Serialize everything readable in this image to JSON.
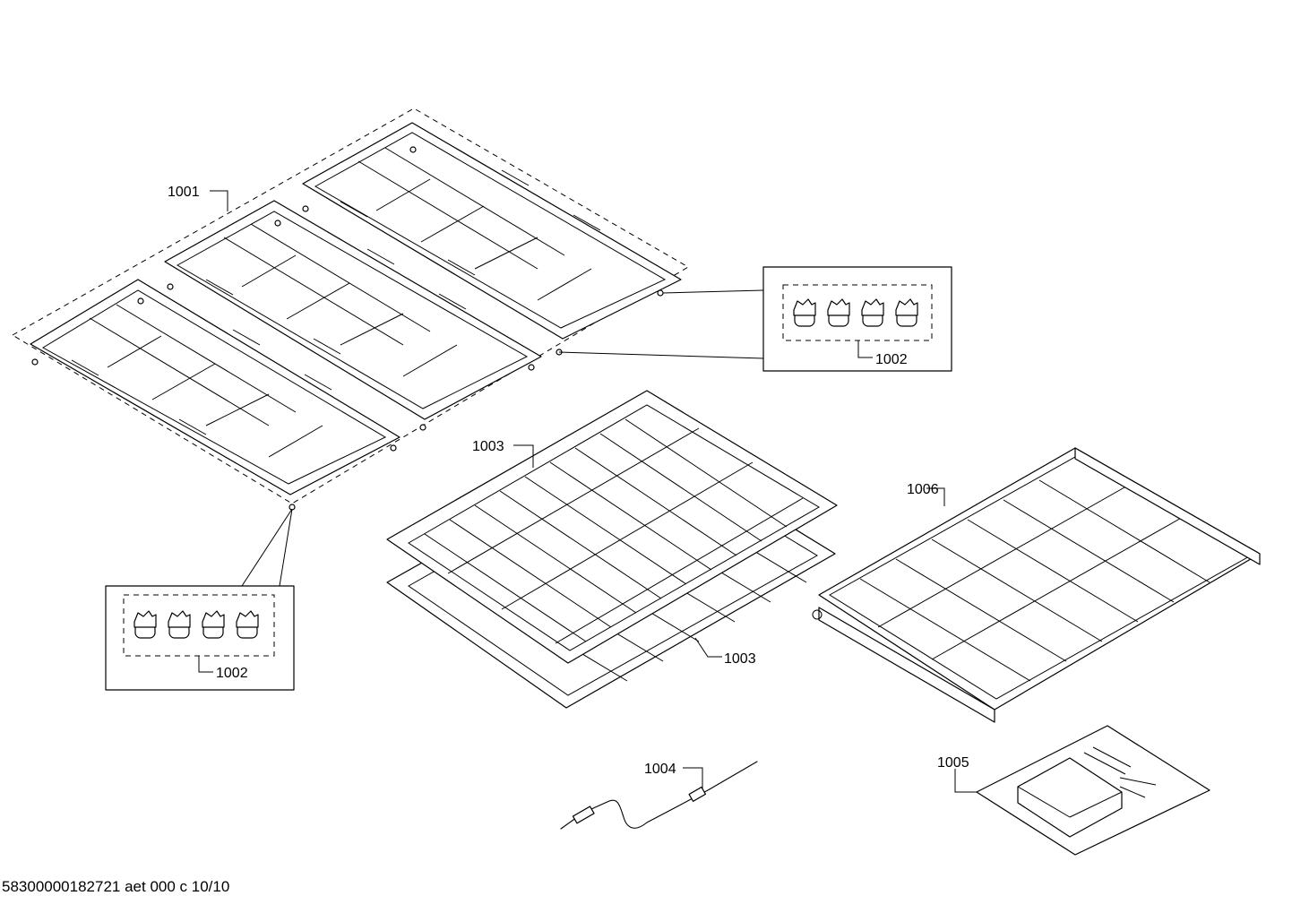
{
  "labels": {
    "grates": "1001",
    "feet_top": "1002",
    "feet_bottom": "1002",
    "rack_upper": "1003",
    "rack_lower": "1003",
    "probe": "1004",
    "fixing_kit": "1005",
    "telescopic_rack": "1006"
  },
  "footer": "58300000182721 aet 000 c 10/10"
}
